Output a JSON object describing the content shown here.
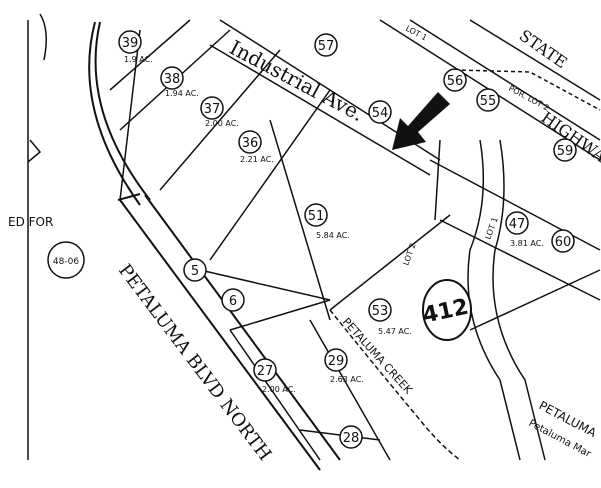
{
  "streets": {
    "industrial": "Industrial Ave.",
    "petaluma_blvd": "PETALUMA BLVD NORTH",
    "highway_state": "STATE",
    "highway_word": "HIGHWAY",
    "creek": "PETALUMA CREEK"
  },
  "map_page_number": "412",
  "parcels": [
    {
      "num": "39",
      "acres": "1.9 AC."
    },
    {
      "num": "38",
      "acres": "1.94 AC."
    },
    {
      "num": "37",
      "acres": "2.00 AC."
    },
    {
      "num": "36",
      "acres": "2.21 AC."
    },
    {
      "num": "57",
      "acres": ""
    },
    {
      "num": "54",
      "acres": ""
    },
    {
      "num": "56",
      "acres": ""
    },
    {
      "num": "55",
      "acres": ""
    },
    {
      "num": "59",
      "acres": ""
    },
    {
      "num": "51",
      "acres": "5.84 AC."
    },
    {
      "num": "47",
      "acres": "3.81 AC."
    },
    {
      "num": "60",
      "acres": ""
    },
    {
      "num": "53",
      "acres": "5.47 AC."
    },
    {
      "num": "5",
      "acres": ""
    },
    {
      "num": "6",
      "acres": ""
    },
    {
      "num": "27",
      "acres": "2.00 AC."
    },
    {
      "num": "29",
      "acres": "2.63 AC."
    },
    {
      "num": "28",
      "acres": ""
    }
  ],
  "lot_labels": [
    "LOT 1",
    "LOT 2",
    "LOT 1",
    "POR. LOT 2"
  ],
  "margin_text": {
    "reserved_for": "ED FOR",
    "reserved_code": "48-06",
    "bottom_right_1": "PETALUMA",
    "bottom_right_2": "Petaluma Mar"
  },
  "marker": {
    "type": "arrow",
    "direction": "down-left"
  }
}
